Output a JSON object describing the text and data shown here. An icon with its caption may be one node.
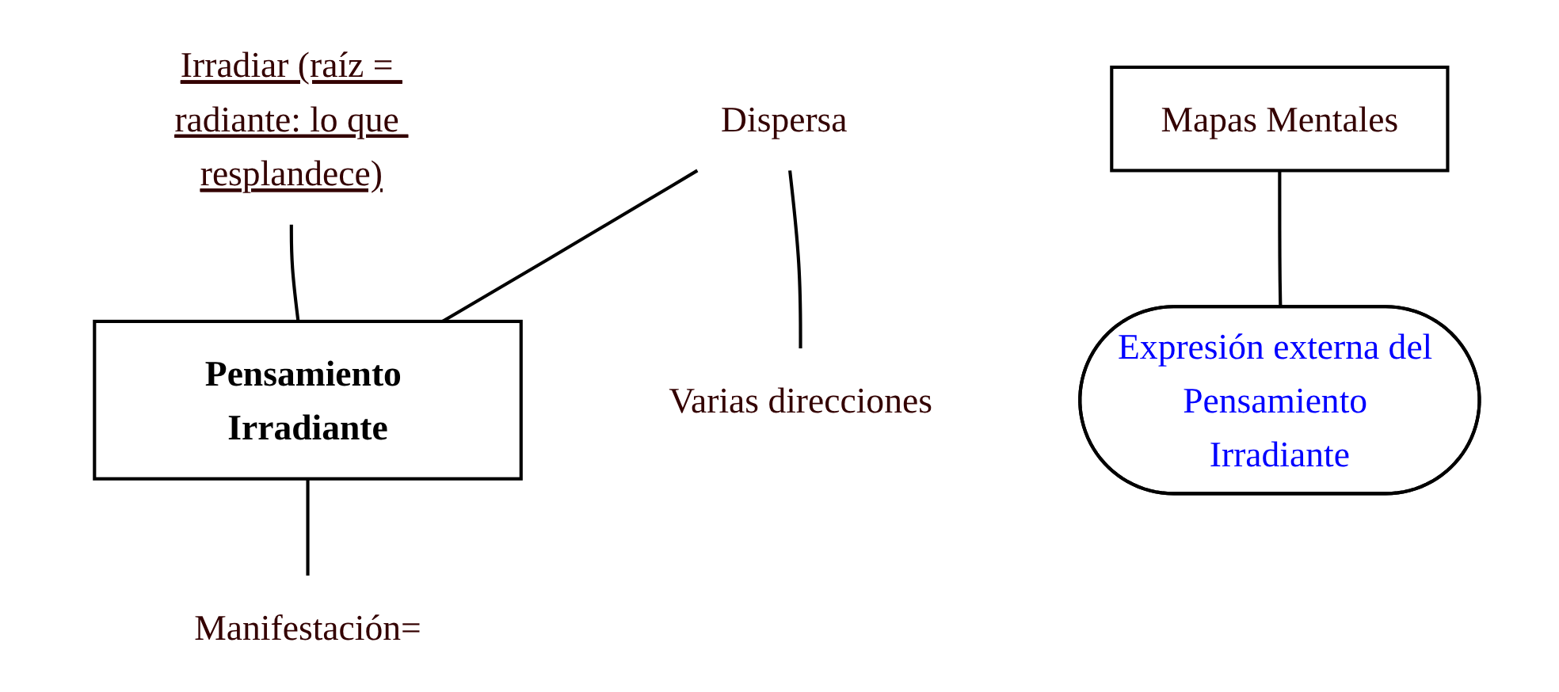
{
  "diagram": {
    "nodes": [
      {
        "text": [
          "Irradiar (raíz = radiante: lo que resplandece)"
        ]
      },
      {
        "text": [
          "Pensamiento Irradiante"
        ]
      },
      {
        "text": [
          "Dispersa"
        ]
      },
      {
        "text": [
          "Varias direcciones"
        ]
      },
      {
        "text": [
          "Manifestación="
        ]
      },
      {
        "text": [
          "Mapas Mentales"
        ]
      },
      {
        "text": [
          "Expresión externa del Pensamiento Irradiante"
        ]
      }
    ],
    "edges": [
      {
        "from": 0,
        "to": 1,
        "arrow": "none"
      },
      {
        "from": 2,
        "to": 1,
        "arrow": "none"
      },
      {
        "from": 2,
        "to": 3,
        "arrow": "none"
      },
      {
        "from": 1,
        "to": 4,
        "arrow": "none"
      },
      {
        "from": 5,
        "to": 6,
        "arrow": "none"
      }
    ]
  }
}
